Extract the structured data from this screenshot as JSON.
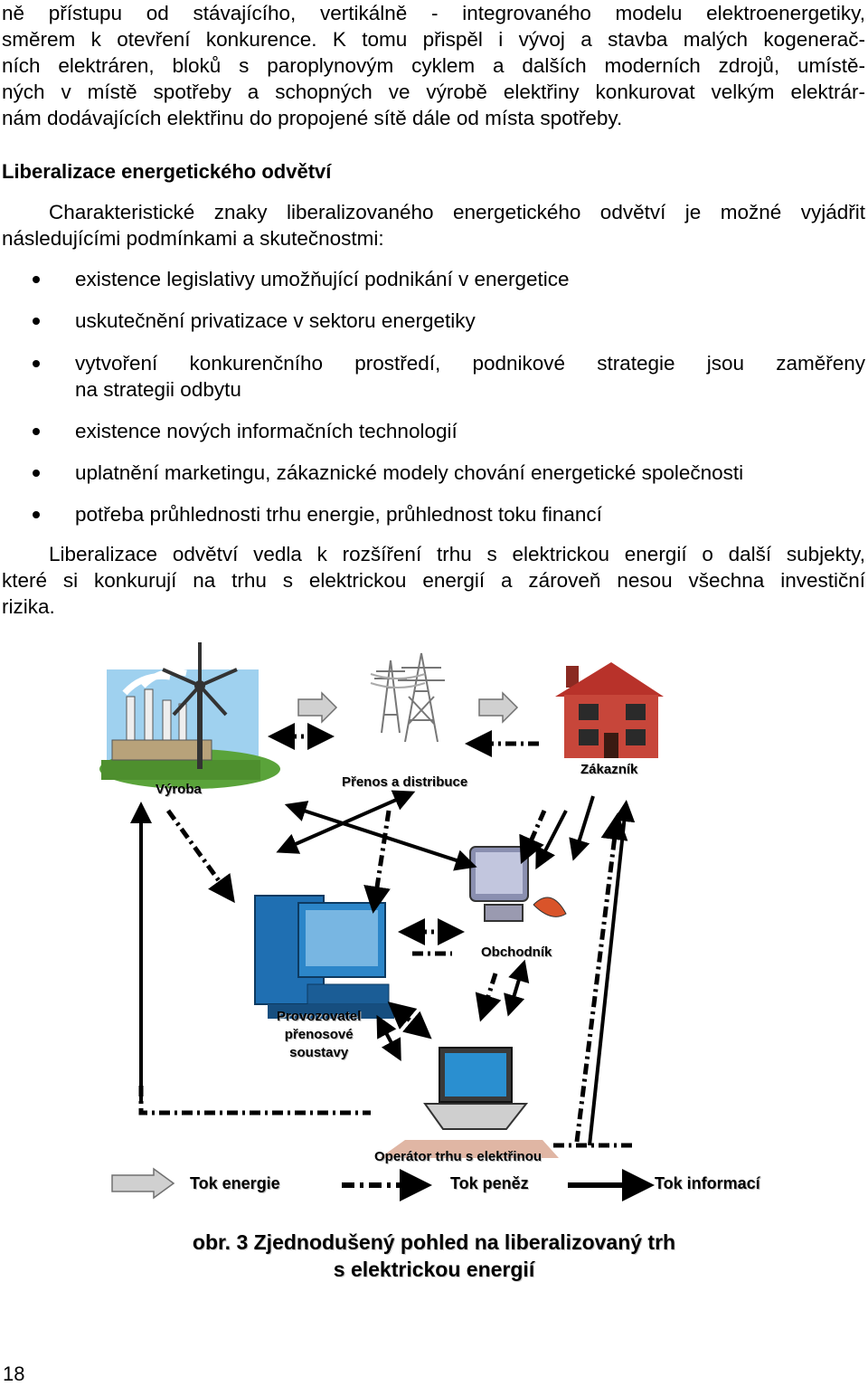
{
  "intro": {
    "lines": [
      "ně přístupu od stávajícího, vertikálně - integrovaného modelu elektroenergetiky,",
      "směrem k otevření konkurence. K tomu přispěl i vývoj a stavba malých kogenerač-",
      "ních elektráren, bloků s paroplynovým cyklem a dalších moderních zdrojů, umístě-",
      "ných v místě spotřeby a schopných ve výrobě elektřiny konkurovat velkým elektrár-",
      "nám dodávajících elektřinu do propojené sítě dále od místa spotřeby."
    ]
  },
  "heading": "Liberalizace energetického odvětví",
  "lead": {
    "lines": [
      "Charakteristické znaky liberalizovaného energetického odvětví je možné vyjádřit",
      "následujícími podmínkami a skutečnostmi:"
    ]
  },
  "bullets": [
    {
      "lines": [
        "existence legislativy umožňující podnikání v energetice"
      ]
    },
    {
      "lines": [
        "uskutečnění privatizace v sektoru energetiky"
      ]
    },
    {
      "lines": [
        "vytvoření konkurenčního prostředí, podnikové strategie jsou zaměřeny",
        "na strategii odbytu"
      ]
    },
    {
      "lines": [
        "existence nových informačních technologií"
      ]
    },
    {
      "lines": [
        "uplatnění marketingu, zákaznické modely chování energetické společnosti"
      ]
    },
    {
      "lines": [
        "potřeba průhlednosti trhu energie, průhlednost toku financí"
      ]
    }
  ],
  "closing": {
    "lines": [
      "Liberalizace odvětví vedla k rozšíření trhu s elektrickou energií o další subjekty,",
      "které si konkurují na trhu s elektrickou energií a zároveň nesou všechna investiční",
      "rizika."
    ]
  },
  "diagram": {
    "labels": {
      "vyroba": "Výroba",
      "prenos": "Přenos a distribuce",
      "zakaznik": "Zákazník",
      "obchodnik": "Obchodník",
      "provozovatel": [
        "Provozovatel",
        "přenosové",
        "soustavy"
      ],
      "operator": "Operátor trhu s elektřinou"
    },
    "legend": {
      "energie": "Tok energie",
      "penez": "Tok peněz",
      "informaci": "Tok informací"
    },
    "colors": {
      "energy_arrow_fill": "#d0d0d0",
      "energy_arrow_stroke": "#707070",
      "house": "#b8322a",
      "computer": "#1f6fb2",
      "laptop": "#2a8fd0"
    }
  },
  "caption": {
    "line1": "obr. 3 Zjednodušený pohled na liberalizovaný trh",
    "line2": "s elektrickou energií"
  },
  "page_number": "18"
}
